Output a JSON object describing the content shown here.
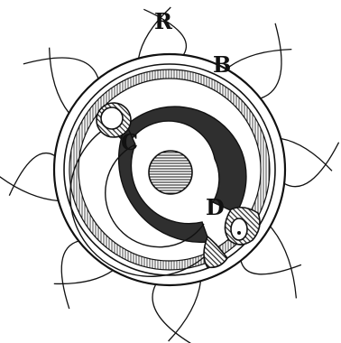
{
  "labels": {
    "r": "R",
    "b": "B",
    "c": "C",
    "d": "D"
  },
  "colors": {
    "ink": "#111111",
    "paper": "#ffffff",
    "dark_band": "#2f2f2f"
  },
  "structures": {
    "radiating_filaments": 16
  }
}
